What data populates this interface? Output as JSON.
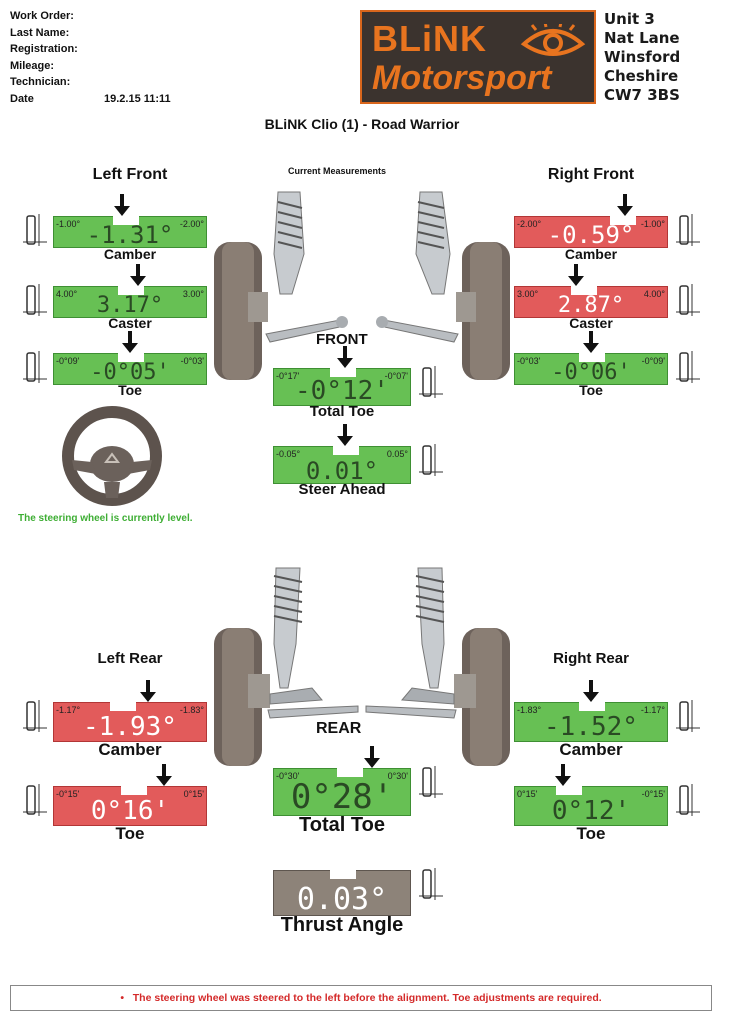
{
  "header": {
    "fields": [
      {
        "label": "Work Order:",
        "value": ""
      },
      {
        "label": "Last Name:",
        "value": ""
      },
      {
        "label": "Registration:",
        "value": ""
      },
      {
        "label": "Mileage:",
        "value": ""
      },
      {
        "label": "Technician:",
        "value": ""
      },
      {
        "label": "Date",
        "value": "19.2.15 11:11"
      }
    ],
    "logo": {
      "line1": "BLiNK",
      "line2": "Motorsport"
    },
    "address": [
      "Unit 3",
      "Nat Lane",
      "Winsford",
      "Cheshire",
      "CW7 3BS"
    ],
    "title": "BLiNK Clio (1) - Road Warrior",
    "current_measurements": "Current Measurements"
  },
  "front": {
    "section_label": "FRONT",
    "left_heading": "Left Front",
    "right_heading": "Right Front",
    "left_camber": {
      "min": "-1.00°",
      "max": "-2.00°",
      "value": "-1.31°",
      "label": "Camber",
      "status": "green"
    },
    "left_caster": {
      "min": "4.00°",
      "max": "3.00°",
      "value": "3.17°",
      "label": "Caster",
      "status": "green"
    },
    "left_toe": {
      "min": "-0°09'",
      "max": "-0°03'",
      "value": "-0°05'",
      "label": "Toe",
      "status": "green"
    },
    "right_camber": {
      "min": "-2.00°",
      "max": "-1.00°",
      "value": "-0.59°",
      "label": "Camber",
      "status": "red"
    },
    "right_caster": {
      "min": "3.00°",
      "max": "4.00°",
      "value": "2.87°",
      "label": "Caster",
      "status": "red"
    },
    "right_toe": {
      "min": "-0°03'",
      "max": "-0°09'",
      "value": "-0°06'",
      "label": "Toe",
      "status": "green"
    },
    "total_toe": {
      "min": "-0°17'",
      "max": "-0°07'",
      "value": "-0°12'",
      "label": "Total Toe",
      "status": "green"
    },
    "steer_ahead": {
      "min": "-0.05°",
      "max": "0.05°",
      "value": "0.01°",
      "label": "Steer Ahead",
      "status": "green"
    },
    "steering_note": "The steering wheel is currently level."
  },
  "rear": {
    "section_label": "REAR",
    "left_heading": "Left Rear",
    "right_heading": "Right Rear",
    "left_camber": {
      "min": "-1.17°",
      "max": "-1.83°",
      "value": "-1.93°",
      "label": "Camber",
      "status": "red"
    },
    "left_toe": {
      "min": "-0°15'",
      "max": "0°15'",
      "value": "0°16'",
      "label": "Toe",
      "status": "red"
    },
    "right_camber": {
      "min": "-1.83°",
      "max": "-1.17°",
      "value": "-1.52°",
      "label": "Camber",
      "status": "green"
    },
    "right_toe": {
      "min": "0°15'",
      "max": "-0°15'",
      "value": "0°12'",
      "label": "Toe",
      "status": "green"
    },
    "total_toe": {
      "min": "-0°30'",
      "max": "0°30'",
      "value": "0°28'",
      "label": "Total Toe",
      "status": "green"
    },
    "thrust_angle": {
      "value": "0.03°",
      "label": "Thrust Angle",
      "status": "grey"
    }
  },
  "footer": {
    "bullet": "•",
    "warning": "The steering wheel was steered to the left before the alignment. Toe adjustments are required."
  },
  "colors": {
    "in_spec": "#67c054",
    "out_of_spec": "#e25b5b",
    "neutral": "#8d8379",
    "brand": "#e8741f"
  }
}
